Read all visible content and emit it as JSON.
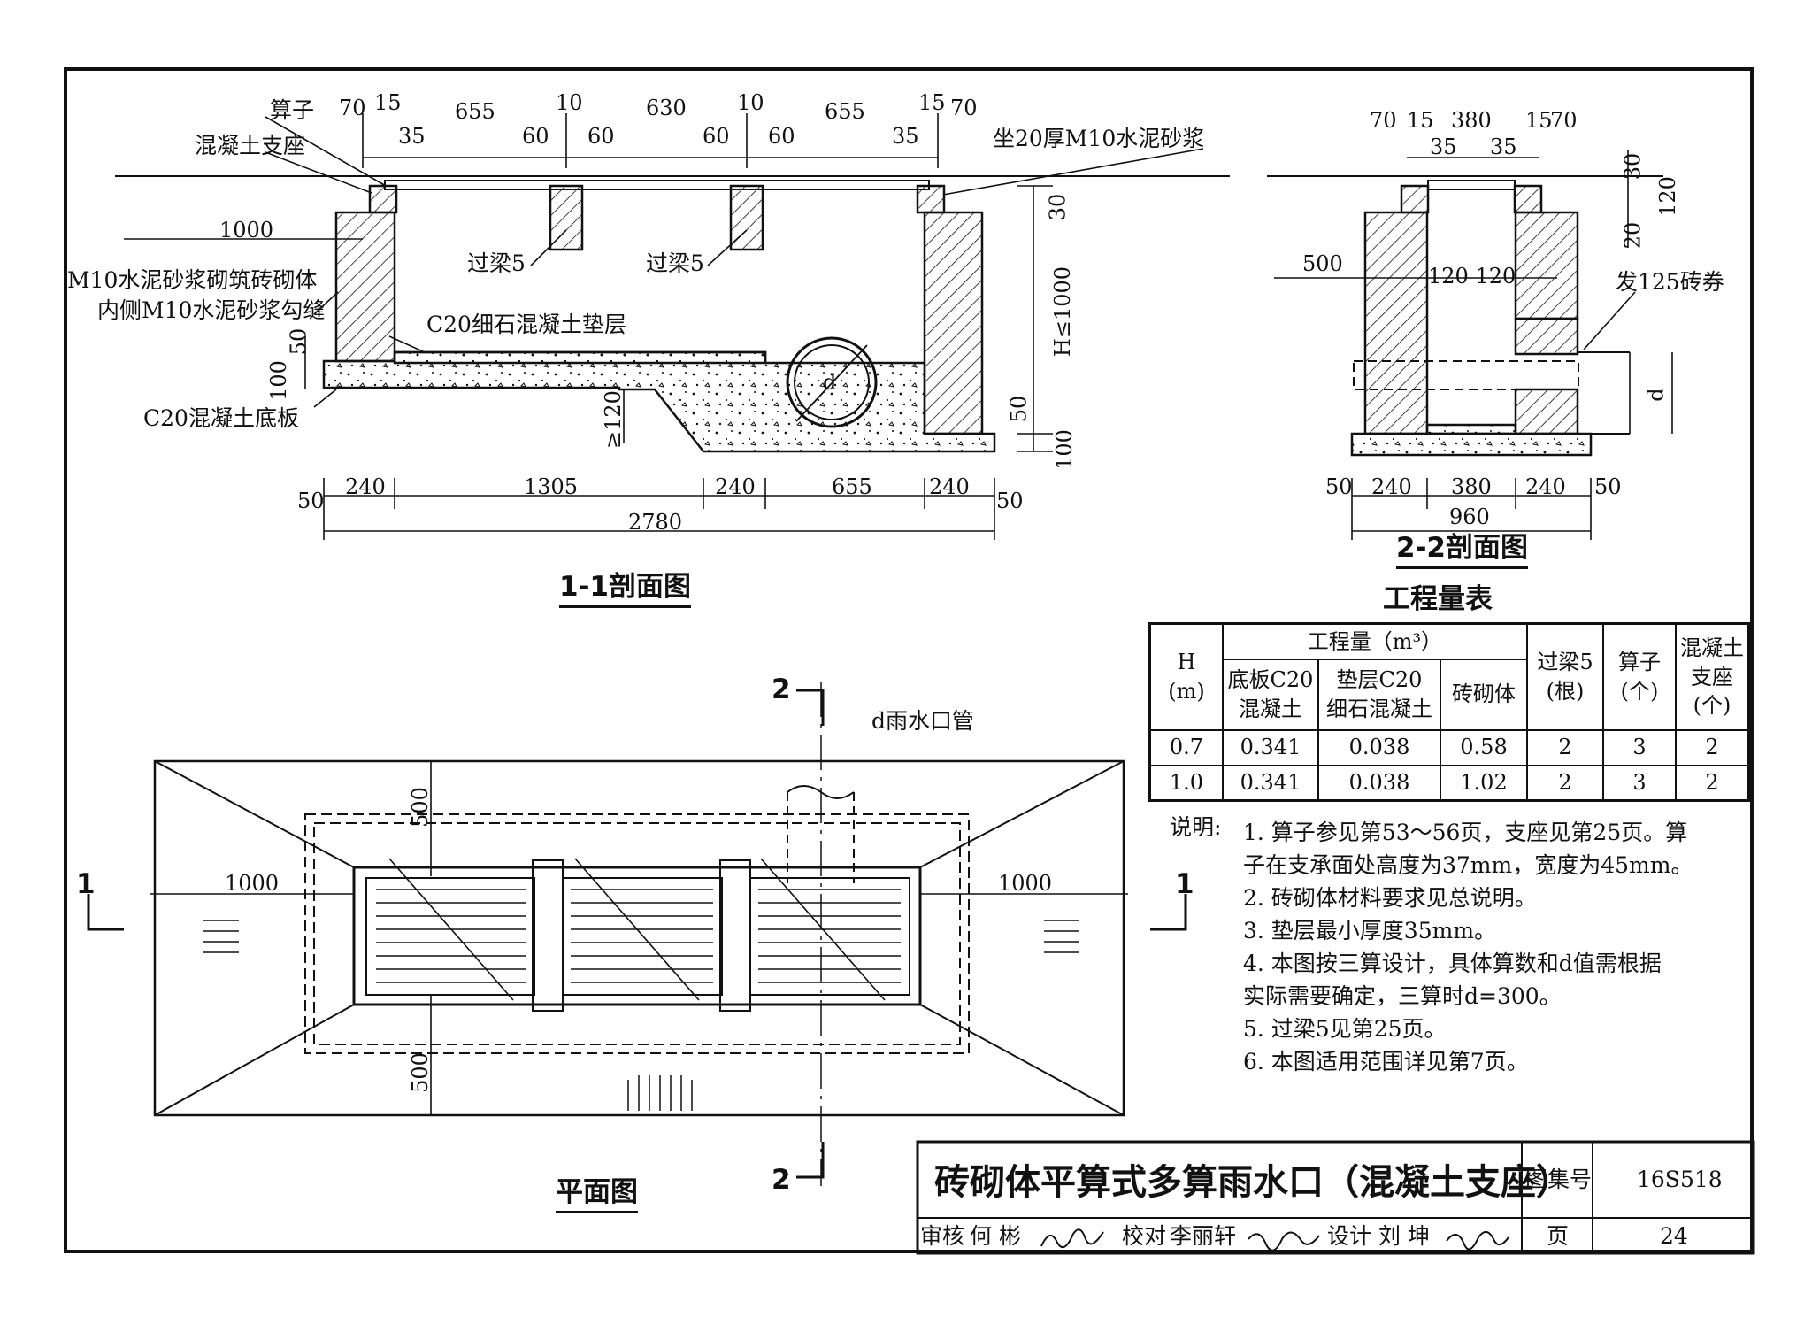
{
  "section11": {
    "title": "1-1剖面图",
    "labels": {
      "grate": "算子",
      "support": "混凝土支座",
      "mortar_bed": "坐20厚M10水泥砂浆",
      "masonry1": "M10水泥砂浆砌筑砖砌体",
      "masonry2": "内侧M10水泥砂浆勾缝",
      "cushion": "C20细石混凝土垫层",
      "base": "C20混凝土底板",
      "beam1": "过梁5",
      "beam2": "过梁5",
      "H": "H≤1000",
      "pipe": "d"
    },
    "dims_top": [
      "70",
      "15",
      "655",
      "10",
      "630",
      "10",
      "655",
      "15",
      "70"
    ],
    "dims_top2": [
      "35",
      "60",
      "60",
      "60",
      "60",
      "35"
    ],
    "dims_bottom": [
      "50",
      "240",
      "1305",
      "240",
      "655",
      "240",
      "50"
    ],
    "total": "2780",
    "left_1000": "1000",
    "side": [
      "30",
      "50",
      "100",
      "≥120",
      "50",
      "100"
    ]
  },
  "section22": {
    "title": "2-2剖面图",
    "dims_top": [
      "70",
      "15",
      "380",
      "15",
      "70"
    ],
    "dims_top2": [
      "35",
      "35"
    ],
    "dims_bottom": [
      "50",
      "240",
      "380",
      "240",
      "50"
    ],
    "total": "960",
    "left_500": "500",
    "inner": "120 120",
    "arch": "发125砖券",
    "right": [
      "30",
      "120",
      "20"
    ],
    "pipe": "d"
  },
  "plan": {
    "title": "平面图",
    "pipe_label": "d雨水口管",
    "d1000_left": "1000",
    "d1000_right": "1000",
    "d500_top": "500",
    "d500_bottom": "500",
    "cut1": "1",
    "cut2": "2"
  },
  "quantity_table": {
    "title": "工程量表",
    "header_H": "H\n(m)",
    "header_group": "工程量（m³）",
    "headers": [
      "底板C20\n混凝土",
      "垫层C20\n细石混凝土",
      "砖砌体",
      "过梁5\n(根)",
      "算子\n(个)",
      "混凝土\n支座\n(个)"
    ],
    "rows": [
      [
        "0.7",
        "0.341",
        "0.038",
        "0.58",
        "2",
        "3",
        "2"
      ],
      [
        "1.0",
        "0.341",
        "0.038",
        "1.02",
        "2",
        "3",
        "2"
      ]
    ]
  },
  "notes": {
    "lead": "说明:",
    "items": [
      "1.  算子参见第53～56页，支座见第25页。算",
      "     子在支承面处高度为37mm，宽度为45mm。",
      "2.  砖砌体材料要求见总说明。",
      "3.  垫层最小厚度35mm。",
      "4.  本图按三算设计，具体算数和d值需根据",
      "     实际需要确定，三算时d=300。",
      "5.  过梁5见第25页。",
      "6.  本图适用范围详见第7页。"
    ]
  },
  "title_block": {
    "drawing_title": "砖砌体平算式多算雨水口（混凝土支座）",
    "atlas_label": "图集号",
    "atlas_no": "16S518",
    "review_label": "审核",
    "reviewer": "何 彬",
    "check_label": "校对",
    "checker": "李丽轩",
    "design_label": "设计",
    "designer": "刘 坤",
    "page_label": "页",
    "page_no": "24"
  }
}
